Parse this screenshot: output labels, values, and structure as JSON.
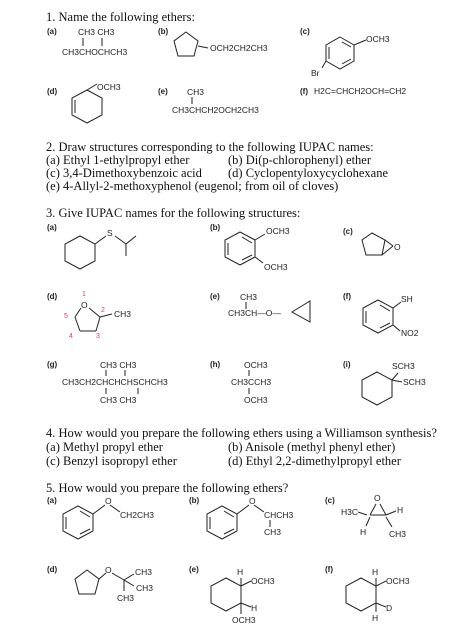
{
  "q1": {
    "heading": "1.  Name the following ethers:",
    "a": {
      "label": "(a)",
      "top": "CH3 CH3",
      "bottom": "CH3CHOCHCH3"
    },
    "b": {
      "label": "(b)",
      "sub": "OCH2CH2CH3"
    },
    "c": {
      "label": "(c)",
      "sub1": "OCH3",
      "sub2": "Br"
    },
    "d": {
      "label": "(d)",
      "sub": "OCH3"
    },
    "e": {
      "label": "(e)",
      "top": "CH3",
      "bottom": "CH3CHCH2OCH2CH3"
    },
    "f": {
      "label": "(f)",
      "formula": "H2C=CHCH2OCH=CH2"
    }
  },
  "q2": {
    "heading": "2.  Draw structures corresponding to the following IUPAC names:",
    "a": "(a) Ethyl 1-ethylpropyl ether",
    "b": "(b) Di(p-chlorophenyl) ether",
    "c": "(c) 3,4-Dimethoxybenzoic acid",
    "d": "(d) Cyclopentyloxycyclohexane",
    "e": "(e) 4-Allyl-2-methoxyphenol (eugenol; from oil of cloves)"
  },
  "q3": {
    "heading": "3.  Give IUPAC names for the following structures:",
    "a": {
      "label": "(a)",
      "atom": "S"
    },
    "b": {
      "label": "(b)",
      "sub1": "OCH3",
      "sub2": "OCH3"
    },
    "c": {
      "label": "(c)",
      "atom": "O"
    },
    "d": {
      "label": "(d)",
      "atom": "O",
      "sub": "CH3",
      "n1": "1",
      "n2": "2",
      "n3": "3",
      "n4": "4",
      "n5": "5"
    },
    "e": {
      "label": "(e)",
      "top": "CH3",
      "bottom": "CH3CH—O—"
    },
    "f": {
      "label": "(f)",
      "sub1": "SH",
      "sub2": "NO2"
    },
    "g": {
      "label": "(g)",
      "top": "CH3  CH3",
      "middle": "CH3CH2CHCHCHSCHCH3",
      "bottom": "CH3   CH3"
    },
    "h": {
      "label": "(h)",
      "top": "OCH3",
      "middle": "CH3CCH3",
      "bottom": "OCH3"
    },
    "i": {
      "label": "(i)",
      "sub1": "SCH3",
      "sub2": "SCH3"
    }
  },
  "q4": {
    "heading": "4.  How would you prepare the following ethers using a Williamson synthesis?",
    "a": "(a) Methyl propyl ether",
    "b": "(b) Anisole (methyl phenyl ether)",
    "c": "(c) Benzyl isopropyl ether",
    "d": "(d) Ethyl 2,2-dimethylpropyl ether"
  },
  "q5": {
    "heading": "5.  How would you prepare the following ethers?",
    "a": {
      "label": "(a)",
      "atom": "O",
      "sub": "CH2CH3"
    },
    "b": {
      "label": "(b)",
      "atom": "O",
      "sub": "CHCH3",
      "sub2": "CH3"
    },
    "c": {
      "label": "(c)",
      "left": "H3C",
      "atom": "O",
      "h1": "H",
      "h2": "H",
      "ch3": "CH3"
    },
    "d": {
      "label": "(d)",
      "atom": "O",
      "sub1": "CH3",
      "sub2": "CH3",
      "sub3": "CH3"
    },
    "e": {
      "label": "(e)",
      "h1": "H",
      "sub1": "OCH3",
      "h2": "H",
      "sub2": "OCH3"
    },
    "f": {
      "label": "(f)",
      "h1": "H",
      "sub1": "OCH3",
      "d": "D",
      "h2": "H"
    }
  }
}
